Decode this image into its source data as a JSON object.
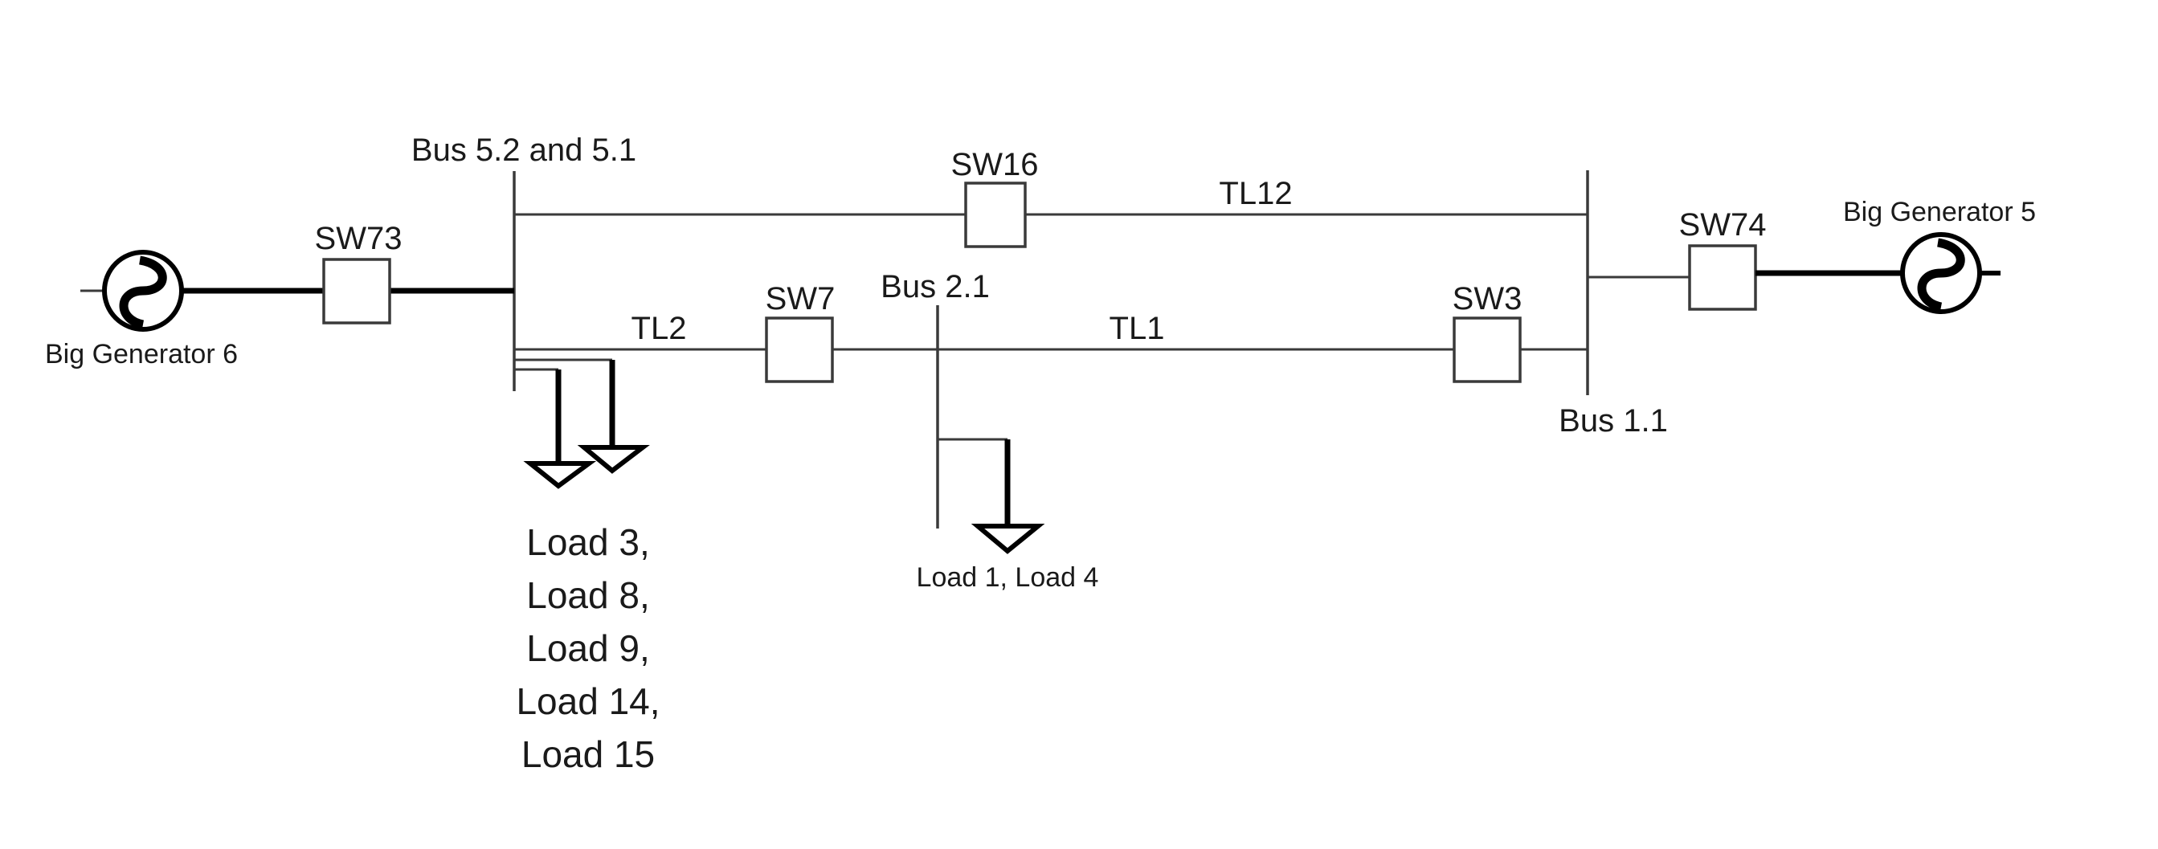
{
  "diagram": {
    "type": "single-line power system diagram",
    "buses": [
      {
        "id": "bus-5",
        "label": "Bus 5.2 and 5.1"
      },
      {
        "id": "bus-2",
        "label": "Bus 2.1"
      },
      {
        "id": "bus-1",
        "label": "Bus 1.1"
      }
    ],
    "generators": [
      {
        "id": "gen-6",
        "label": "Big Generator 6",
        "connected_bus": "bus-5",
        "via_switch": "SW73"
      },
      {
        "id": "gen-5",
        "label": "Big Generator 5",
        "connected_bus": "bus-1",
        "via_switch": "SW74"
      }
    ],
    "switches": [
      {
        "id": "SW73",
        "label": "SW73"
      },
      {
        "id": "SW16",
        "label": "SW16"
      },
      {
        "id": "SW7",
        "label": "SW7"
      },
      {
        "id": "SW3",
        "label": "SW3"
      },
      {
        "id": "SW74",
        "label": "SW74"
      }
    ],
    "lines": [
      {
        "id": "TL12",
        "label": "TL12",
        "from": "bus-5",
        "to": "bus-1",
        "switches": [
          "SW16"
        ]
      },
      {
        "id": "TL2",
        "label": "TL2",
        "from": "bus-5",
        "to": "bus-2",
        "switches": [
          "SW7"
        ]
      },
      {
        "id": "TL1",
        "label": "TL1",
        "from": "bus-2",
        "to": "bus-1",
        "switches": [
          "SW3"
        ]
      }
    ],
    "loads": [
      {
        "id": "loads-bus5",
        "bus": "bus-5",
        "label_lines": [
          "Load 3,",
          "Load 8,",
          "Load 9,",
          "Load 14,",
          "Load 15"
        ]
      },
      {
        "id": "loads-bus2",
        "bus": "bus-2",
        "label": "Load 1, Load 4"
      }
    ]
  }
}
